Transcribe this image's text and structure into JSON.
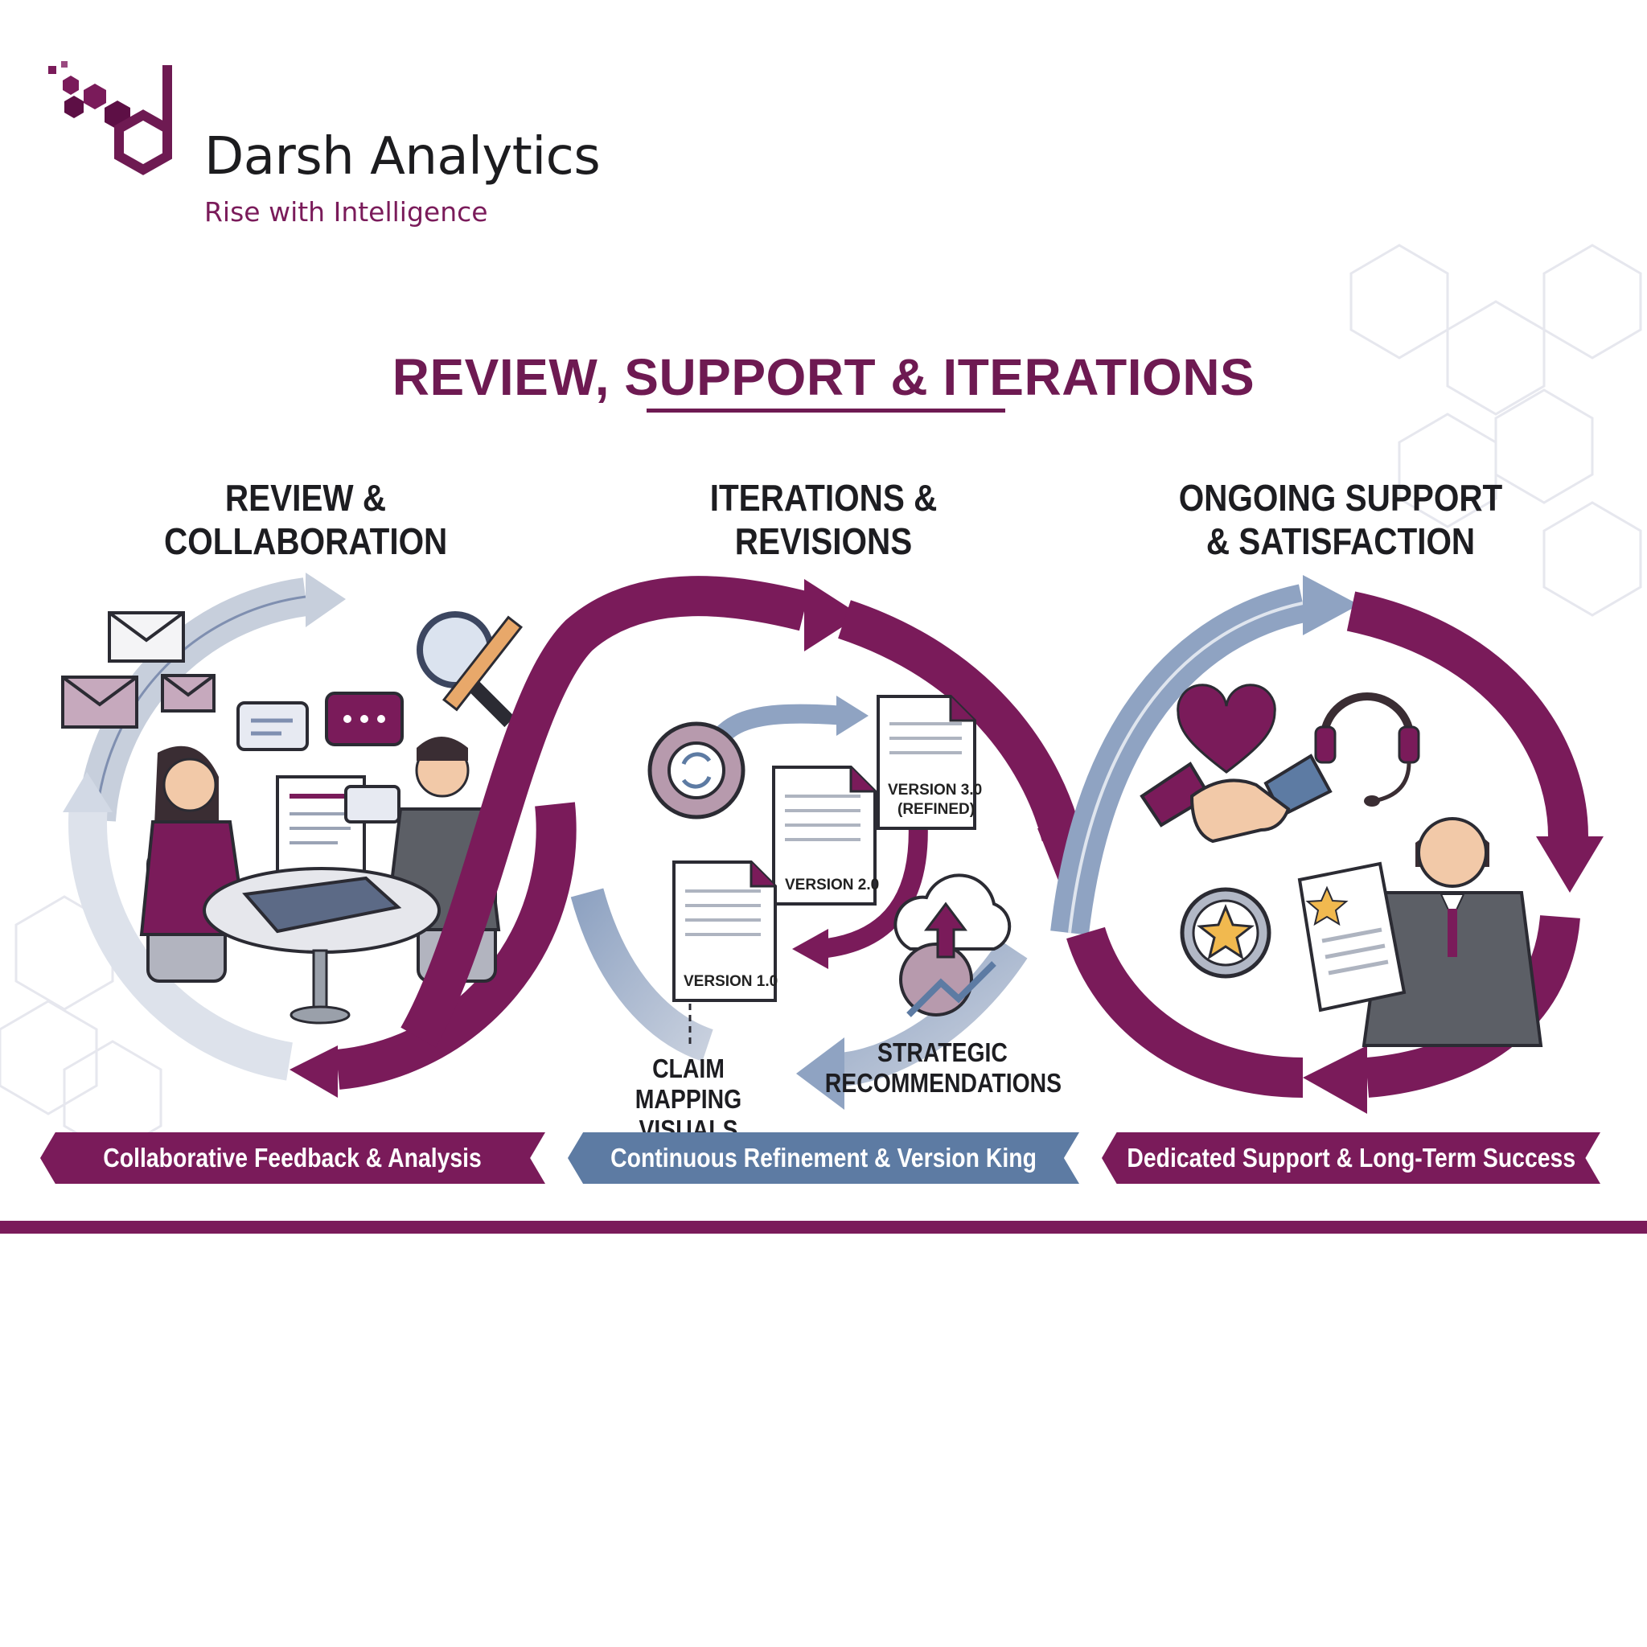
{
  "brand": {
    "name": "Darsh Analytics",
    "tagline": "Rise with Intelligence"
  },
  "title": "REVIEW, SUPPORT & ITERATIONS",
  "columns": [
    {
      "title_line1": "REVIEW &",
      "title_line2": "COLLABORATION",
      "banner": "Collaborative Feedback & Analysis"
    },
    {
      "title_line1": "ITERATIONS &",
      "title_line2": "REVISIONS",
      "banner": "Continuous Refinement & Version King"
    },
    {
      "title_line1": "ONGOING SUPPORT",
      "title_line2": "& SATISFACTION",
      "banner": "Dedicated Support & Long-Term Success"
    }
  ],
  "iterations": {
    "versions": {
      "v1": "VERSION 1.0",
      "v2": "VERSION 2.0",
      "v3": "VERSION 3.0",
      "v3_note": "(REFINED)"
    },
    "claim_mapping": {
      "line1": "CLAIM MAPPING",
      "line2": "VISUALS"
    },
    "strategic": {
      "line1": "STRATEGIC",
      "line2": "RECOMMENDATIONS"
    }
  },
  "colors": {
    "plum": "#7a1b5a",
    "plum_dark": "#6e1a52",
    "slate_blue": "#5d7ba3",
    "light_blue_grey": "#b9c3d6",
    "gold": "#f1b94f"
  },
  "icons": [
    "envelope-icon",
    "magnifier-pencil-icon",
    "chat-bubble-icon",
    "gear-refresh-icon",
    "document-icon",
    "cloud-upload-icon",
    "heart-icon",
    "headset-icon",
    "handshake-icon",
    "star-medal-icon"
  ]
}
